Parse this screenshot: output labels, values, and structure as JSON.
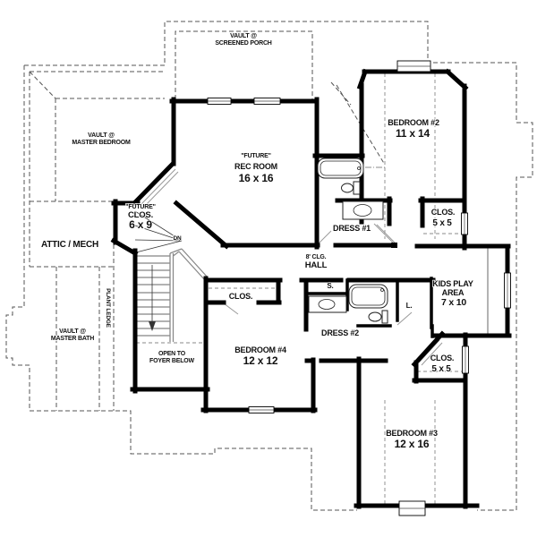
{
  "drawing": {
    "type": "second-floor house plan",
    "wall_color": "#000000",
    "roof_line_color": "#555555",
    "background": "#ffffff"
  },
  "labels": {
    "screened_porch": {
      "line1": "VAULT @",
      "line2": "SCREENED PORCH"
    },
    "master_bedroom": {
      "line1": "VAULT @",
      "line2": "MASTER BEDROOM"
    },
    "rec_room": {
      "prefix": "\"FUTURE\"",
      "name": "REC ROOM",
      "dims": "16 x 16"
    },
    "future_closet": {
      "prefix": "\"FUTURE\"",
      "name": "CLOS.",
      "dims": "6 x 9"
    },
    "attic": {
      "name": "ATTIC / MECH"
    },
    "plant_ledge": {
      "name": "PLANT LEDGE"
    },
    "master_bath": {
      "line1": "VAULT @",
      "line2": "MASTER BATH"
    },
    "bedroom2": {
      "name": "BEDROOM #2",
      "dims": "11 x 14"
    },
    "dress1": {
      "name": "DRESS #1"
    },
    "closet_bed2": {
      "name": "CLOS.",
      "dims": "5 x 5"
    },
    "hall": {
      "ceiling": "8' CLG.",
      "name": "HALL"
    },
    "shower": {
      "abbr": "S."
    },
    "linen": {
      "abbr": "L."
    },
    "dress2": {
      "name": "DRESS #2"
    },
    "kids_play": {
      "line1": "KIDS PLAY",
      "line2": "AREA",
      "dims": "7 x 10"
    },
    "closet_bed3": {
      "name": "CLOS.",
      "dims": "5 x 5"
    },
    "closet_bed4": {
      "name": "CLOS."
    },
    "bedroom4": {
      "name": "BEDROOM #4",
      "dims": "12 x 12"
    },
    "open_foyer": {
      "line1": "OPEN TO",
      "line2": "FOYER BELOW"
    },
    "stairs": {
      "down": "DN"
    },
    "bedroom3": {
      "name": "BEDROOM #3",
      "dims": "12 x 16"
    }
  }
}
